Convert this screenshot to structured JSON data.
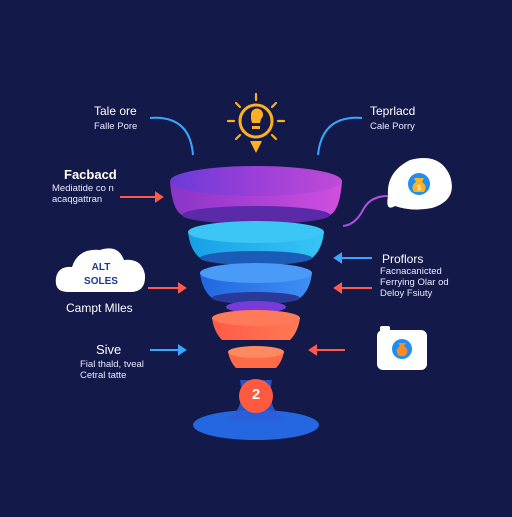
{
  "colors": {
    "background": "#131a4a",
    "arrow_red": "#ff5a4a",
    "arrow_blue": "#3aa6ff",
    "bulb": "#ffb020"
  },
  "labels": {
    "top_left": {
      "title": "Tale ore",
      "sub": "Falle Pore"
    },
    "top_right": {
      "title": "Teprlacd",
      "sub": "Cale Porry"
    },
    "left_1": {
      "title": "Facbacd",
      "line1": "Mediatide co n",
      "line2": "acaqgattran"
    },
    "cloud": {
      "line1": "ALT",
      "line2": "SOLES"
    },
    "left_2": {
      "title": "Campt Mlles"
    },
    "left_3": {
      "title": "Sive",
      "line1": "Fial thald, tveal",
      "line2": "Cetral tatte"
    },
    "right_1": {
      "title": "Proflors",
      "line1": "Facnacanicted",
      "line2": "Ferrying Olar od",
      "line3": "Deloy Fsiuty"
    },
    "bottom_badge": "2"
  },
  "icons": [
    "lightbulb-icon",
    "money-bag-chat-icon",
    "money-bag-card-icon",
    "cloud-icon"
  ]
}
